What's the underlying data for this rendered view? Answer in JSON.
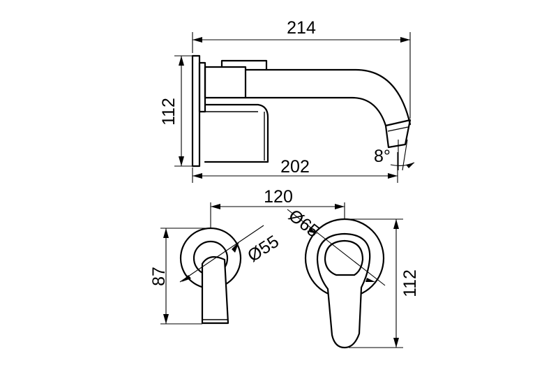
{
  "dimensions": {
    "overall_length": "214",
    "spout_length": "202",
    "side_height": "112",
    "spout_angle": "8°",
    "center_distance": "120",
    "handle_plate_diameter": "Ø65",
    "spout_plate_diameter": "Ø55",
    "spout_plate_height": "87",
    "handle_plate_height": "112"
  }
}
